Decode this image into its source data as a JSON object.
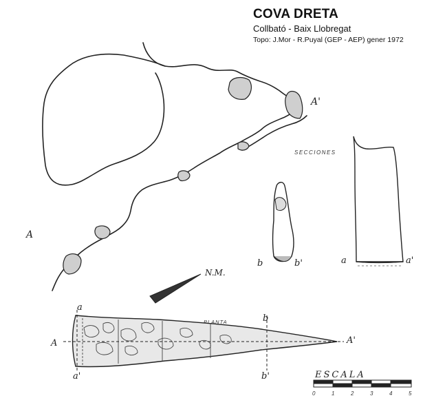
{
  "header": {
    "title": "COVA DRETA",
    "location": "Collbató - Baix Llobregat",
    "credits": "Topo: J.Mor - R.Puyal (GEP - AEP)  gener 1972"
  },
  "labels": {
    "A_top": "A",
    "A_prime_top": "A'",
    "sections": "SECCIONES",
    "b_section": "b",
    "b_prime_section": "b'",
    "a_section": "a",
    "a_prime_section": "a'",
    "north": "N.M.",
    "plan": "PLANTA",
    "plan_a": "a",
    "plan_a_prime": "a'",
    "plan_A": "A",
    "plan_A_prime": "A'",
    "plan_b": "b",
    "plan_b_prime": "b'"
  },
  "scale": {
    "title": "ESCALA",
    "ticks": [
      "0",
      "1",
      "2",
      "3",
      "4",
      "5"
    ]
  }
}
